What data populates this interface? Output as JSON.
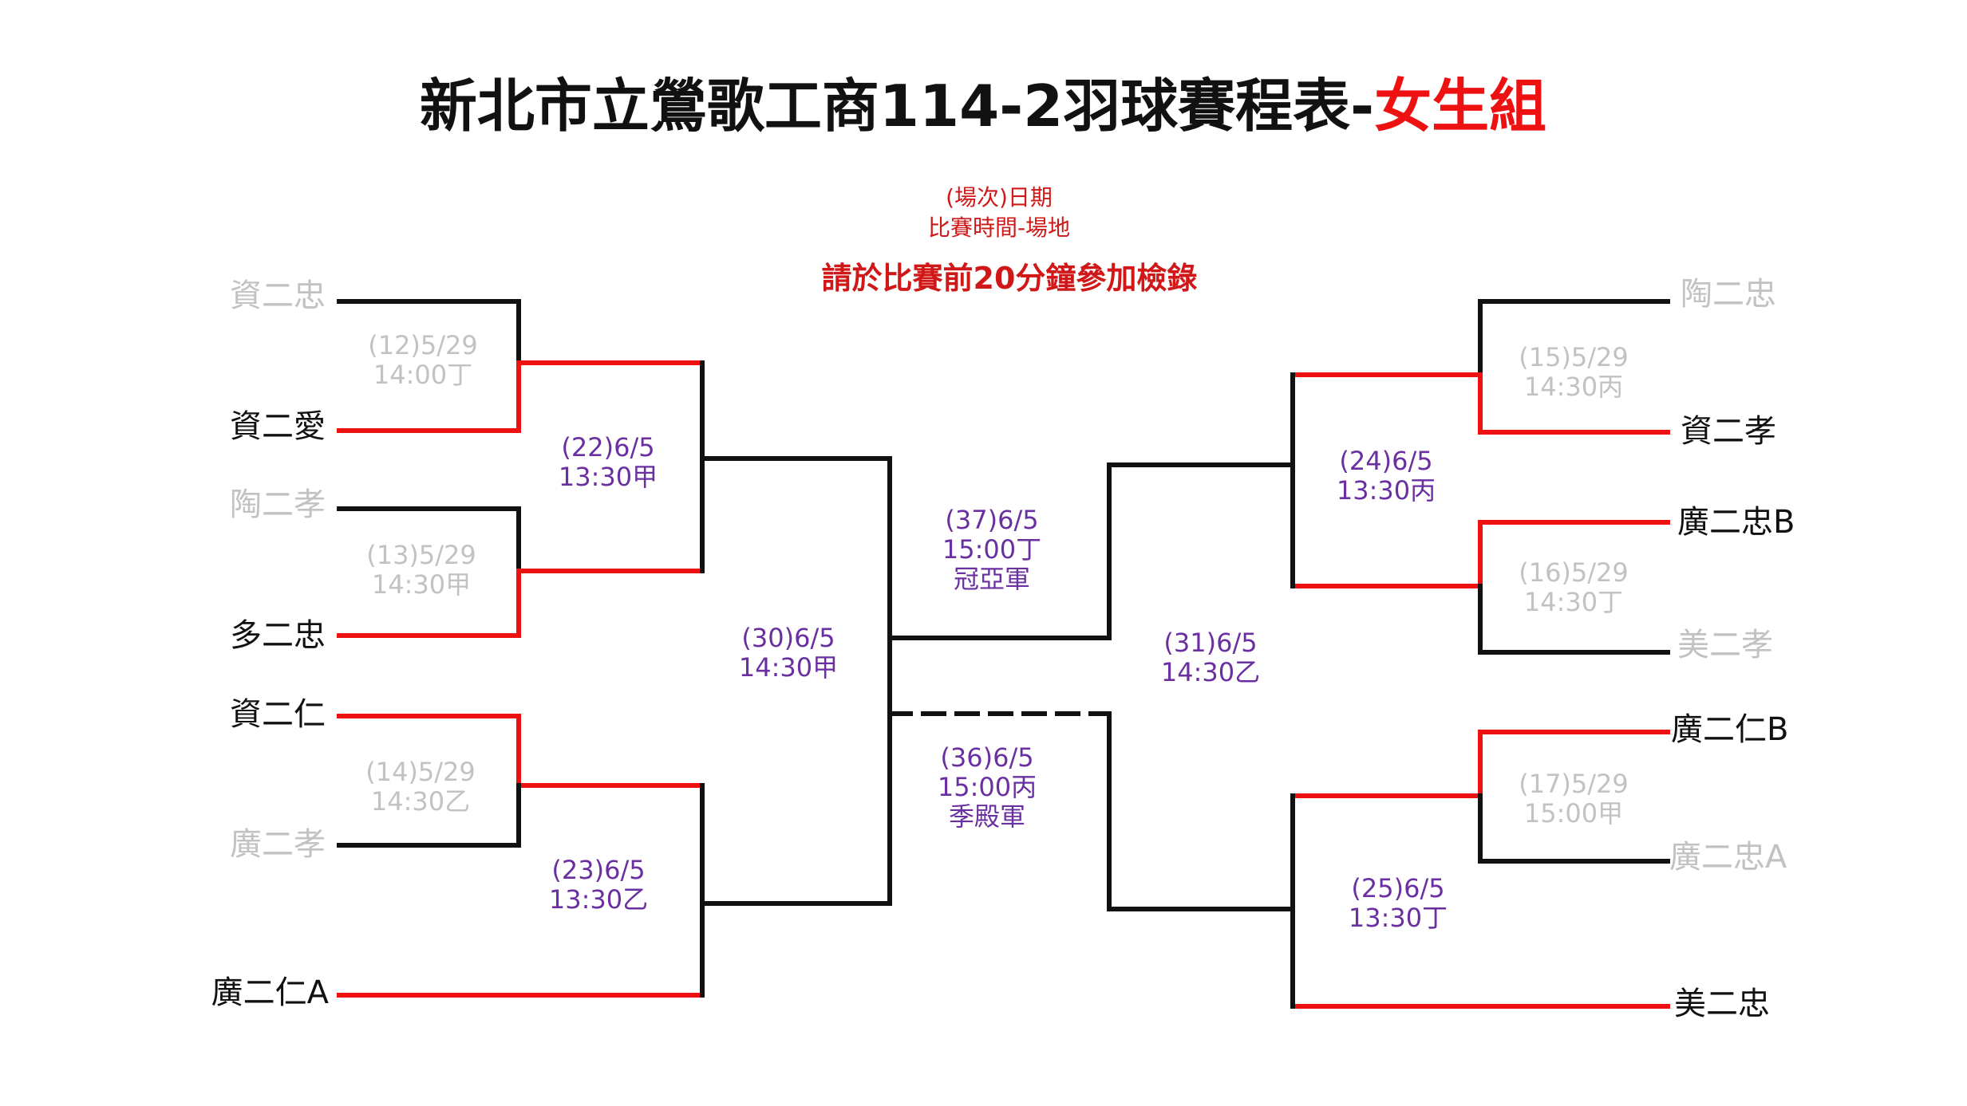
{
  "title": {
    "main": "新北市立鶯歌工商114-2羽球賽程表-",
    "highlight": "女生組"
  },
  "legend": {
    "line1": "(場次)日期",
    "line2": "比賽時間-場地"
  },
  "notice": "請於比賽前20分鐘參加檢錄",
  "colors": {
    "winner_line": "#ee1111",
    "bracket_line": "#111111",
    "eliminated_text": "#c2c2c2",
    "upcoming_text": "#6a2fa0",
    "title_highlight": "#ee1111"
  },
  "teams": {
    "left": [
      "資二忠",
      "資二愛",
      "陶二孝",
      "多二忠",
      "資二仁",
      "廣二孝",
      "廣二仁A"
    ],
    "right": [
      "陶二忠",
      "資二孝",
      "廣二忠B",
      "美二孝",
      "廣二仁B",
      "廣二忠A",
      "美二忠"
    ]
  },
  "matches": {
    "m12": {
      "line1": "(12)5/29",
      "line2": "14:00丁"
    },
    "m13": {
      "line1": "(13)5/29",
      "line2": "14:30甲"
    },
    "m14": {
      "line1": "(14)5/29",
      "line2": "14:30乙"
    },
    "m15": {
      "line1": "(15)5/29",
      "line2": "14:30丙"
    },
    "m16": {
      "line1": "(16)5/29",
      "line2": "14:30丁"
    },
    "m17": {
      "line1": "(17)5/29",
      "line2": "15:00甲"
    },
    "m22": {
      "line1": "(22)6/5",
      "line2": "13:30甲"
    },
    "m23": {
      "line1": "(23)6/5",
      "line2": "13:30乙"
    },
    "m24": {
      "line1": "(24)6/5",
      "line2": "13:30丙"
    },
    "m25": {
      "line1": "(25)6/5",
      "line2": "13:30丁"
    },
    "m30": {
      "line1": "(30)6/5",
      "line2": "14:30甲"
    },
    "m31": {
      "line1": "(31)6/5",
      "line2": "14:30乙"
    },
    "m37": {
      "line1": "(37)6/5",
      "line2": "15:00丁",
      "line3": "冠亞軍"
    },
    "m36": {
      "line1": "(36)6/5",
      "line2": "15:00丙",
      "line3": "季殿軍"
    }
  }
}
